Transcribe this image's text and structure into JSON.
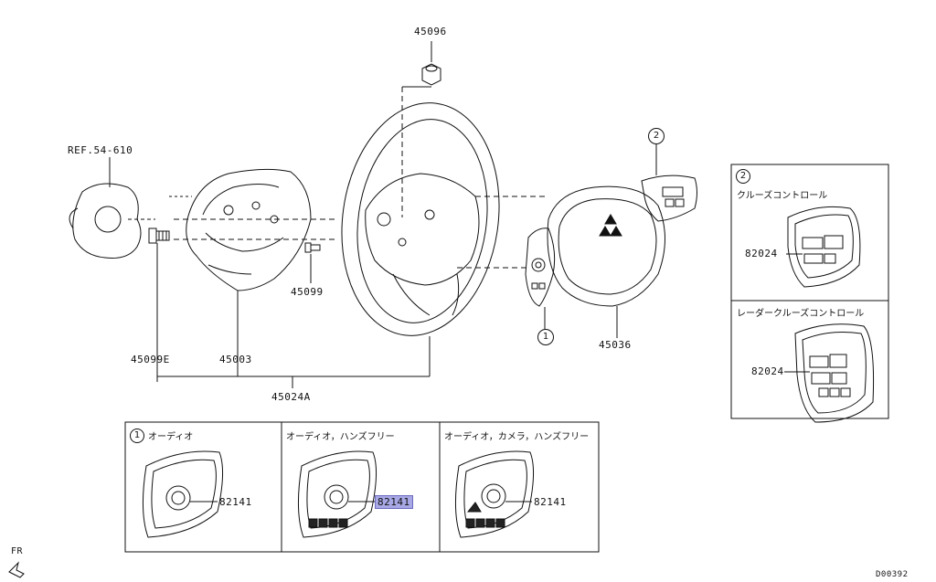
{
  "parts": {
    "p45096": "45096",
    "ref": "REF.54-610",
    "p45099": "45099",
    "p45099e": "45099E",
    "p45003": "45003",
    "p45024a": "45024A",
    "p45036": "45036"
  },
  "callouts": {
    "c1": "1",
    "c2": "2"
  },
  "right_panel": {
    "badge": "2",
    "cruise_label": "クルーズコントロール",
    "cruise_part": "82024",
    "radar_label": "レーダークルーズコントロール",
    "radar_part": "82024"
  },
  "bottom_panel": {
    "badge": "1",
    "col1_label": "オーディオ",
    "col1_part": "82141",
    "col2_label": "オーディオ，ハンズフリー",
    "col2_part": "82141",
    "col3_label": "オーディオ，カメラ，ハンズフリー",
    "col3_part": "82141"
  },
  "fr_label": "FR",
  "diagram_code": "D00392",
  "highlight_color": "#a8a8e6"
}
